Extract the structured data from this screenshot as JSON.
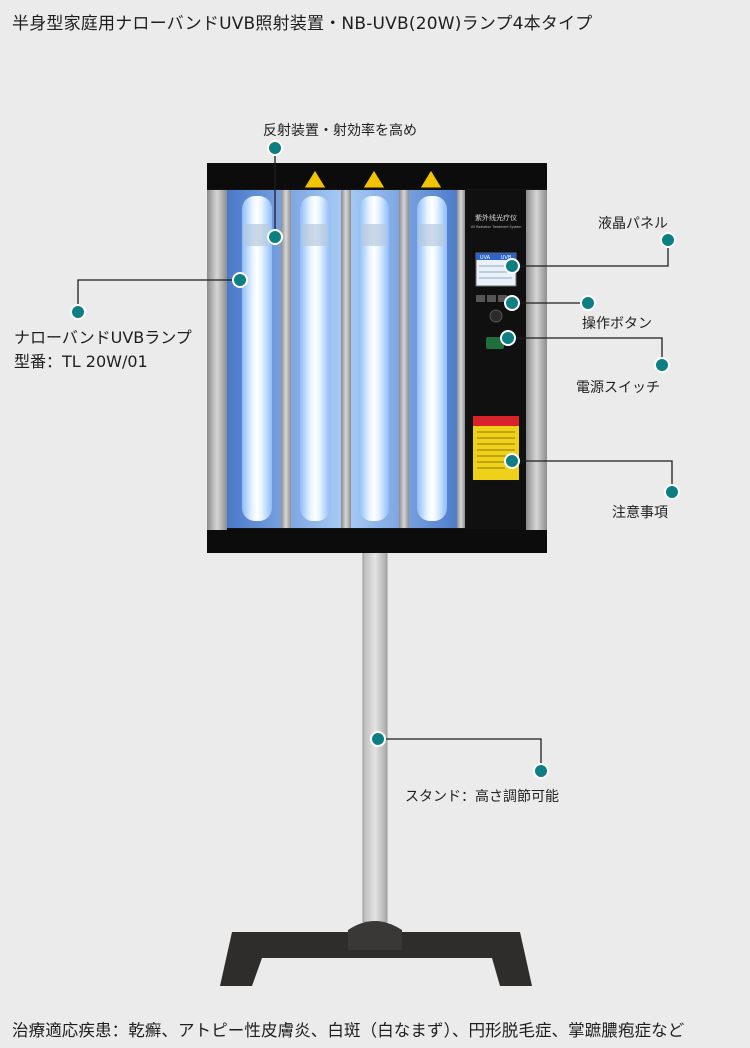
{
  "title": "半身型家庭用ナローバンドUVB照射装置・NB-UVB(20W)ランプ4本タイプ",
  "callouts": {
    "reflector": "反射装置・射効率を高め",
    "lcd_panel": "液晶パネル",
    "operation_button": "操作ボタン",
    "power_switch": "電源スイッチ",
    "caution": "注意事項",
    "stand": "スタンド：高さ調節可能",
    "lamp_line1": "ナローバンドUVBランプ",
    "lamp_line2": "型番：TL 20W/01"
  },
  "device_labels": {
    "brand_cn": "紫外线光疗仪",
    "brand_en": "UV Radiation Treatment System",
    "lcd_col1": "UVA",
    "lcd_col2": "UVB"
  },
  "footer": "治療適応疾患：乾癬、アトピー性皮膚炎、白斑（白なまず）、円形脱毛症、掌蹠膿疱症など",
  "colors": {
    "background": "#ebebeb",
    "marker": "#0d7f82",
    "cabinet": "#141414",
    "lamp_glow": "#c9e4ff",
    "warning_label": "#f0d11a"
  }
}
